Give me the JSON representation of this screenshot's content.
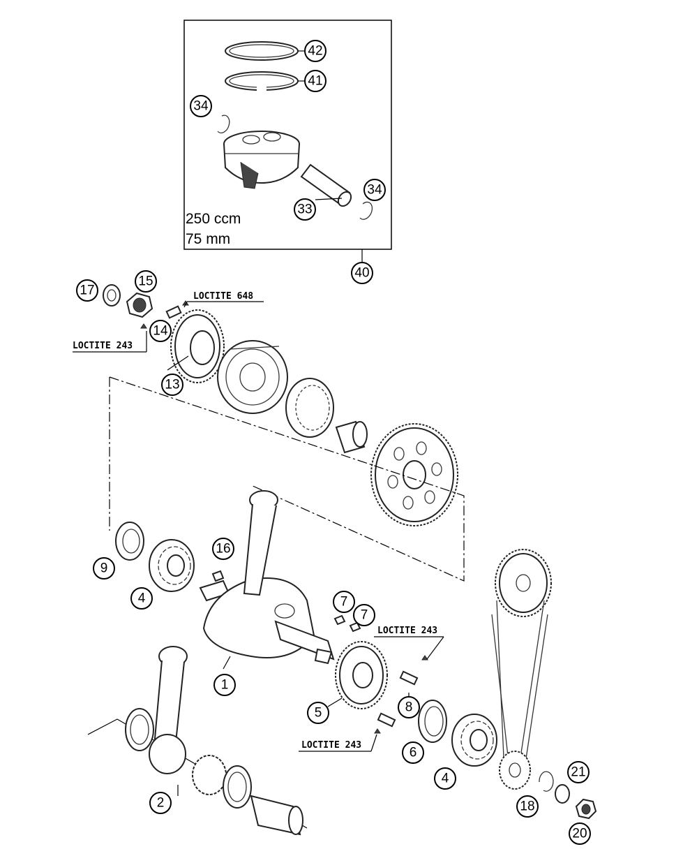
{
  "box": {
    "line1": "250 ccm",
    "line2": "75 mm"
  },
  "notes": {
    "loctite_648": "LOCTITE 648",
    "loctite_243_a": "LOCTITE 243",
    "loctite_243_b": "LOCTITE 243",
    "loctite_243_c": "LOCTITE 243"
  },
  "callouts": {
    "c42": "42",
    "c41": "41",
    "c34a": "34",
    "c34b": "34",
    "c33": "33",
    "c40": "40",
    "c17": "17",
    "c15": "15",
    "c14": "14",
    "c13": "13",
    "c16": "16",
    "c9": "9",
    "c4a": "4",
    "c7a": "7",
    "c7b": "7",
    "c1": "1",
    "c5": "5",
    "c8": "8",
    "c6": "6",
    "c4b": "4",
    "c2": "2",
    "c18": "18",
    "c21": "21",
    "c20": "20"
  }
}
